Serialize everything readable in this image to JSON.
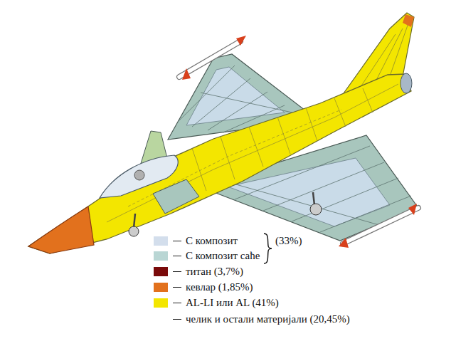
{
  "diagram": {
    "labels": [
      "(33%)"
    ],
    "legend": [
      {
        "text": "С композит",
        "color": "#d3deec"
      },
      {
        "text": "С композит саће",
        "color": "#b9d6d4"
      },
      {
        "text": "титан (3,7%)",
        "color": "#7a0a0a"
      },
      {
        "text": "кевлар (1,85%)",
        "color": "#e2711d"
      },
      {
        "text": "AL-LI или AL (41%)",
        "color": "#f3e600"
      },
      {
        "text": "челик и остали материјали (20,45%)",
        "color": "#ffffff"
      }
    ]
  }
}
